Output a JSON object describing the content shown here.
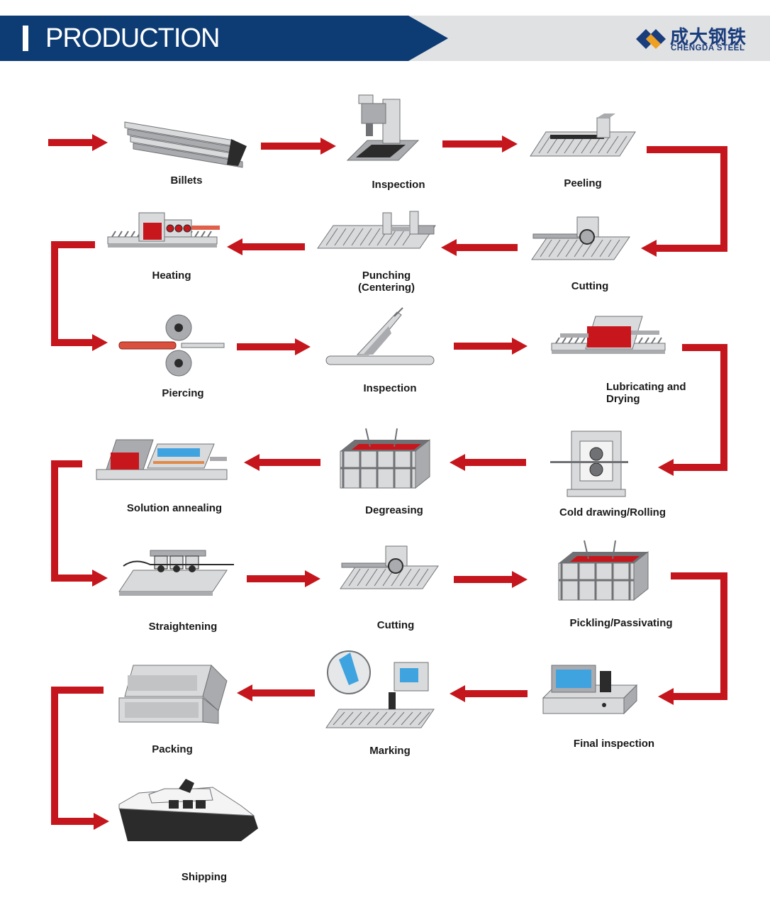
{
  "header": {
    "title": "PRODUCTION",
    "brand_cn": "成大钢铁",
    "brand_en": "CHENGDA STEEL",
    "banner_color": "#0d3b73",
    "strip_color": "#e0e1e3",
    "brand_color": "#1a3d7c",
    "brand_accent": "#f0a020"
  },
  "flow": {
    "arrow_color": "#c4161c",
    "steps": [
      {
        "label": "Billets",
        "icon": "billets-icon"
      },
      {
        "label": "Inspection",
        "icon": "inspection-machine-icon"
      },
      {
        "label": "Peeling",
        "icon": "peeling-icon"
      },
      {
        "label": "Cutting",
        "icon": "cutting-icon"
      },
      {
        "label": "Punching\n(Centering)",
        "icon": "punching-icon"
      },
      {
        "label": "Heating",
        "icon": "heating-icon"
      },
      {
        "label": "Piercing",
        "icon": "piercing-icon"
      },
      {
        "label": "Inspection",
        "icon": "inspection-tube-icon"
      },
      {
        "label": "Lubricating and\nDrying",
        "icon": "lubricating-icon"
      },
      {
        "label": "Cold drawing/Rolling",
        "icon": "cold-drawing-icon"
      },
      {
        "label": "Degreasing",
        "icon": "degreasing-tank-icon"
      },
      {
        "label": "Solution annealing",
        "icon": "annealing-furnace-icon"
      },
      {
        "label": "Straightening",
        "icon": "straightening-icon"
      },
      {
        "label": "Cutting",
        "icon": "cutting-icon"
      },
      {
        "label": "Pickling/Passivating",
        "icon": "pickling-tank-icon"
      },
      {
        "label": "Final inspection",
        "icon": "final-inspection-icon"
      },
      {
        "label": "Marking",
        "icon": "marking-icon"
      },
      {
        "label": "Packing",
        "icon": "packing-icon"
      },
      {
        "label": "Shipping",
        "icon": "ship-icon"
      }
    ]
  }
}
